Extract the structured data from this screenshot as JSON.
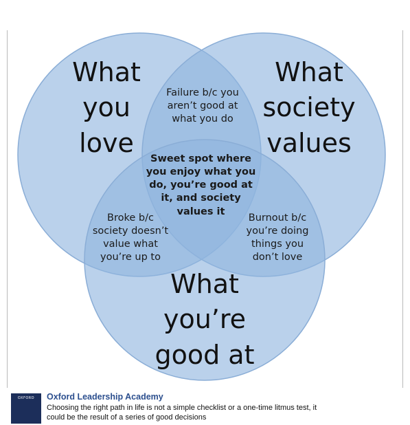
{
  "diagram": {
    "circle_colors": {
      "fill": "#8fb4df",
      "stroke": "#8aadd6"
    },
    "circles": {
      "love": {
        "lines": [
          "What",
          "you",
          "love"
        ]
      },
      "society": {
        "lines": [
          "What",
          "society",
          "values"
        ]
      },
      "good": {
        "lines": [
          "What",
          "you’re",
          "good at"
        ]
      }
    },
    "overlaps": {
      "love_society": [
        "Failure b/c you",
        "aren’t good at",
        "what you do"
      ],
      "love_good": [
        "Broke b/c",
        "society doesn’t",
        "value what",
        "you’re up to"
      ],
      "society_good": [
        "Burnout b/c",
        "you’re doing",
        "things you",
        "don’t love"
      ],
      "center": [
        "Sweet spot where",
        "you enjoy what you",
        "do, you’re good at",
        "it, and society",
        "values it"
      ]
    }
  },
  "footer": {
    "logo_text": "OXFORD",
    "organization": "Oxford Leadership Academy",
    "description": "Choosing the right path in life is not a simple checklist or a one-time litmus test, it could be the result of a series of good decisions"
  }
}
